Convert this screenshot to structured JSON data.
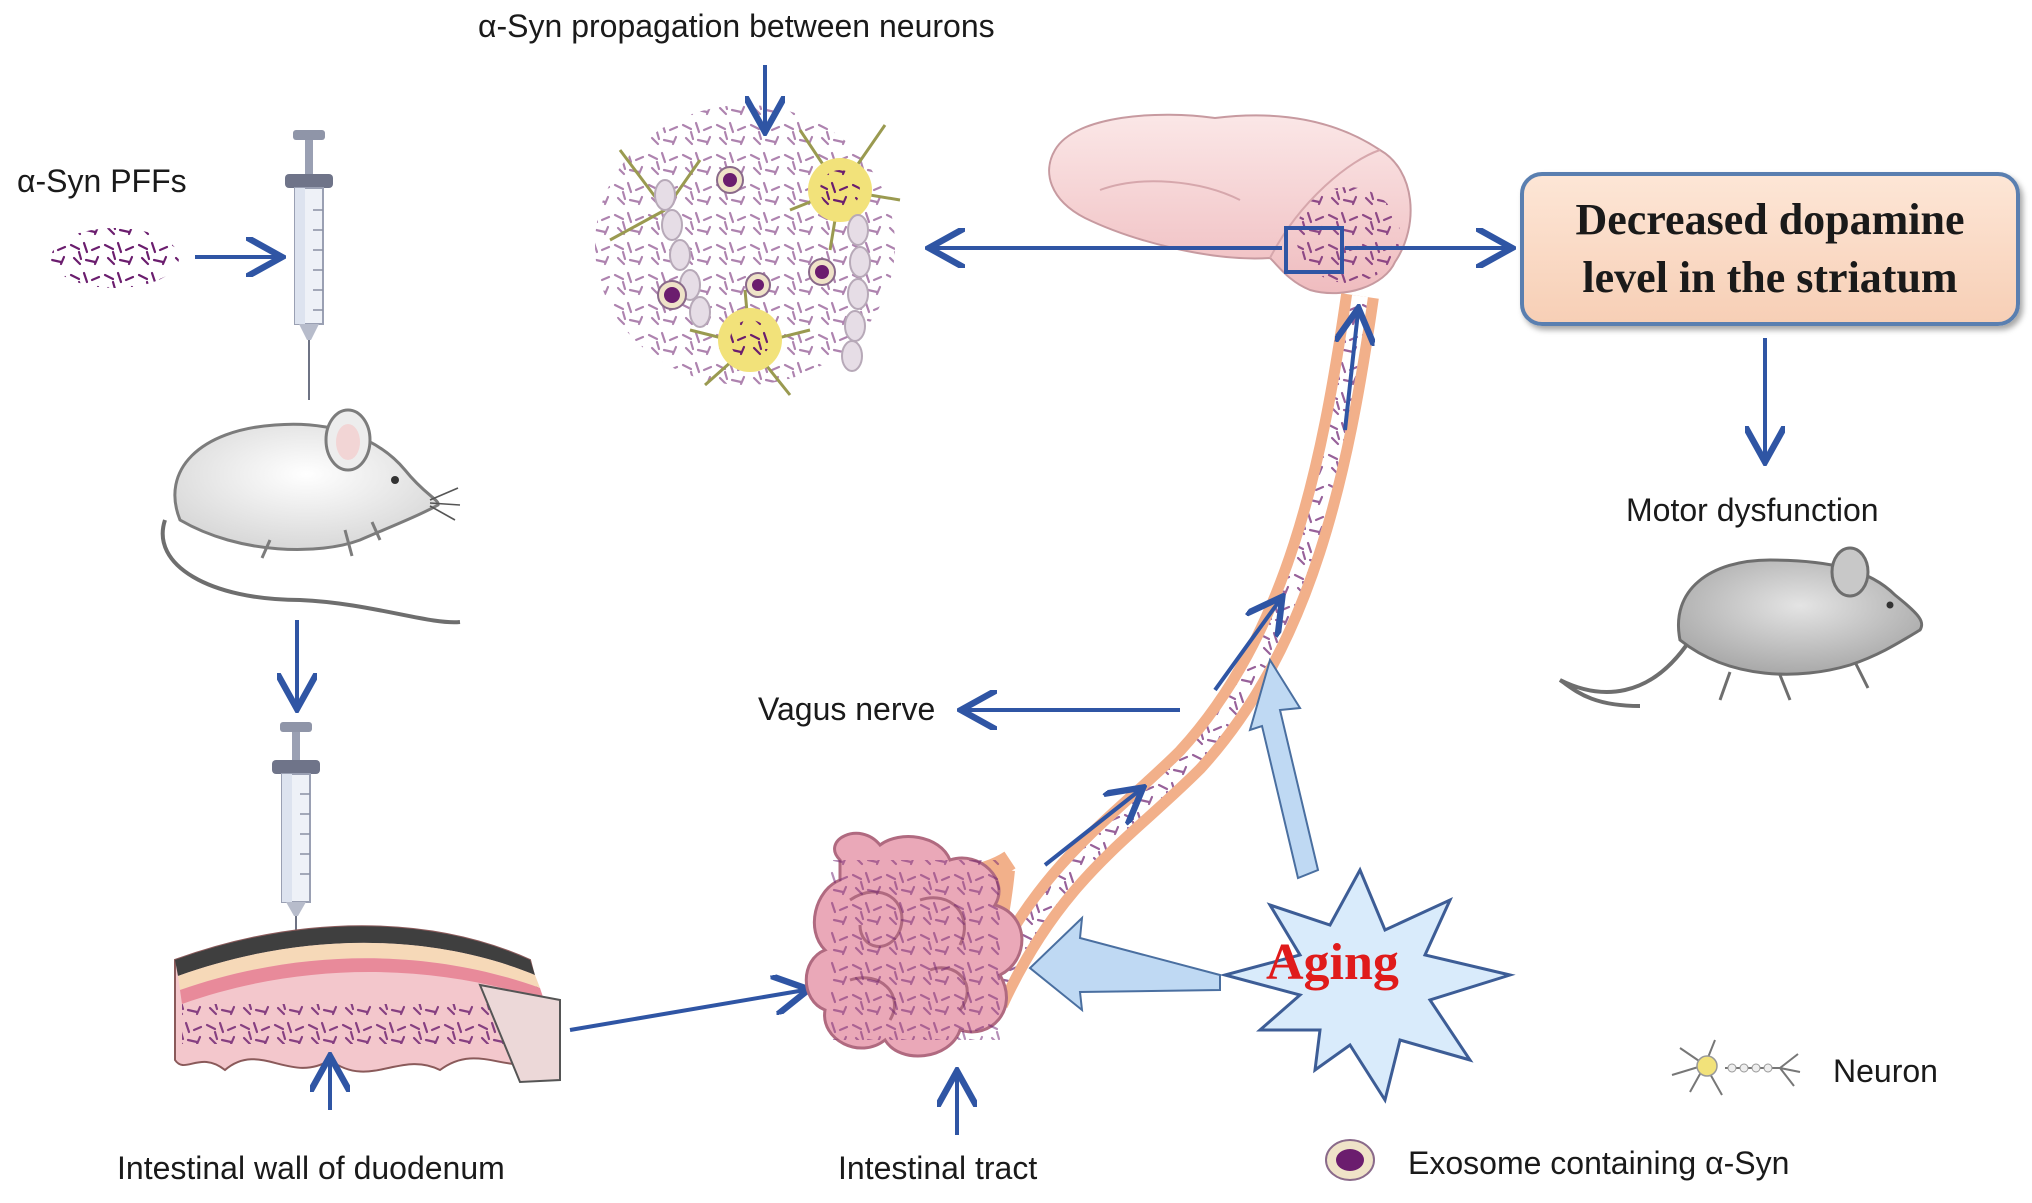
{
  "labels": {
    "asyn_pffs": "α-Syn PFFs",
    "propagation": "α-Syn propagation between neurons",
    "decreased_line1": "Decreased dopamine",
    "decreased_line2": "level in the striatum",
    "motor_dysfunction": "Motor dysfunction",
    "vagus_nerve": "Vagus nerve",
    "aging": "Aging",
    "intestinal_wall": "Intestinal wall of duodenum",
    "intestinal_tract": "Intestinal tract",
    "neuron_legend": "Neuron",
    "exosome_legend": "Exosome containing α-Syn"
  },
  "colors": {
    "arrow": "#2f55a4",
    "nerve": "#f2b08a",
    "fibril": "#6b1d6e",
    "aging_text": "#e01b1b",
    "aging_burst": "#d9ebfb",
    "brain": "#f6d3d4",
    "intestine": "#e9a3b5",
    "box_fill": "#fbdcc8",
    "box_border": "#5a7fb0"
  },
  "icons": [
    "syringe-icon",
    "mouse-icon",
    "brain-icon",
    "intestine-icon",
    "duodenum-wall-icon",
    "neuron-icon",
    "exosome-icon",
    "sick-mouse-icon"
  ]
}
